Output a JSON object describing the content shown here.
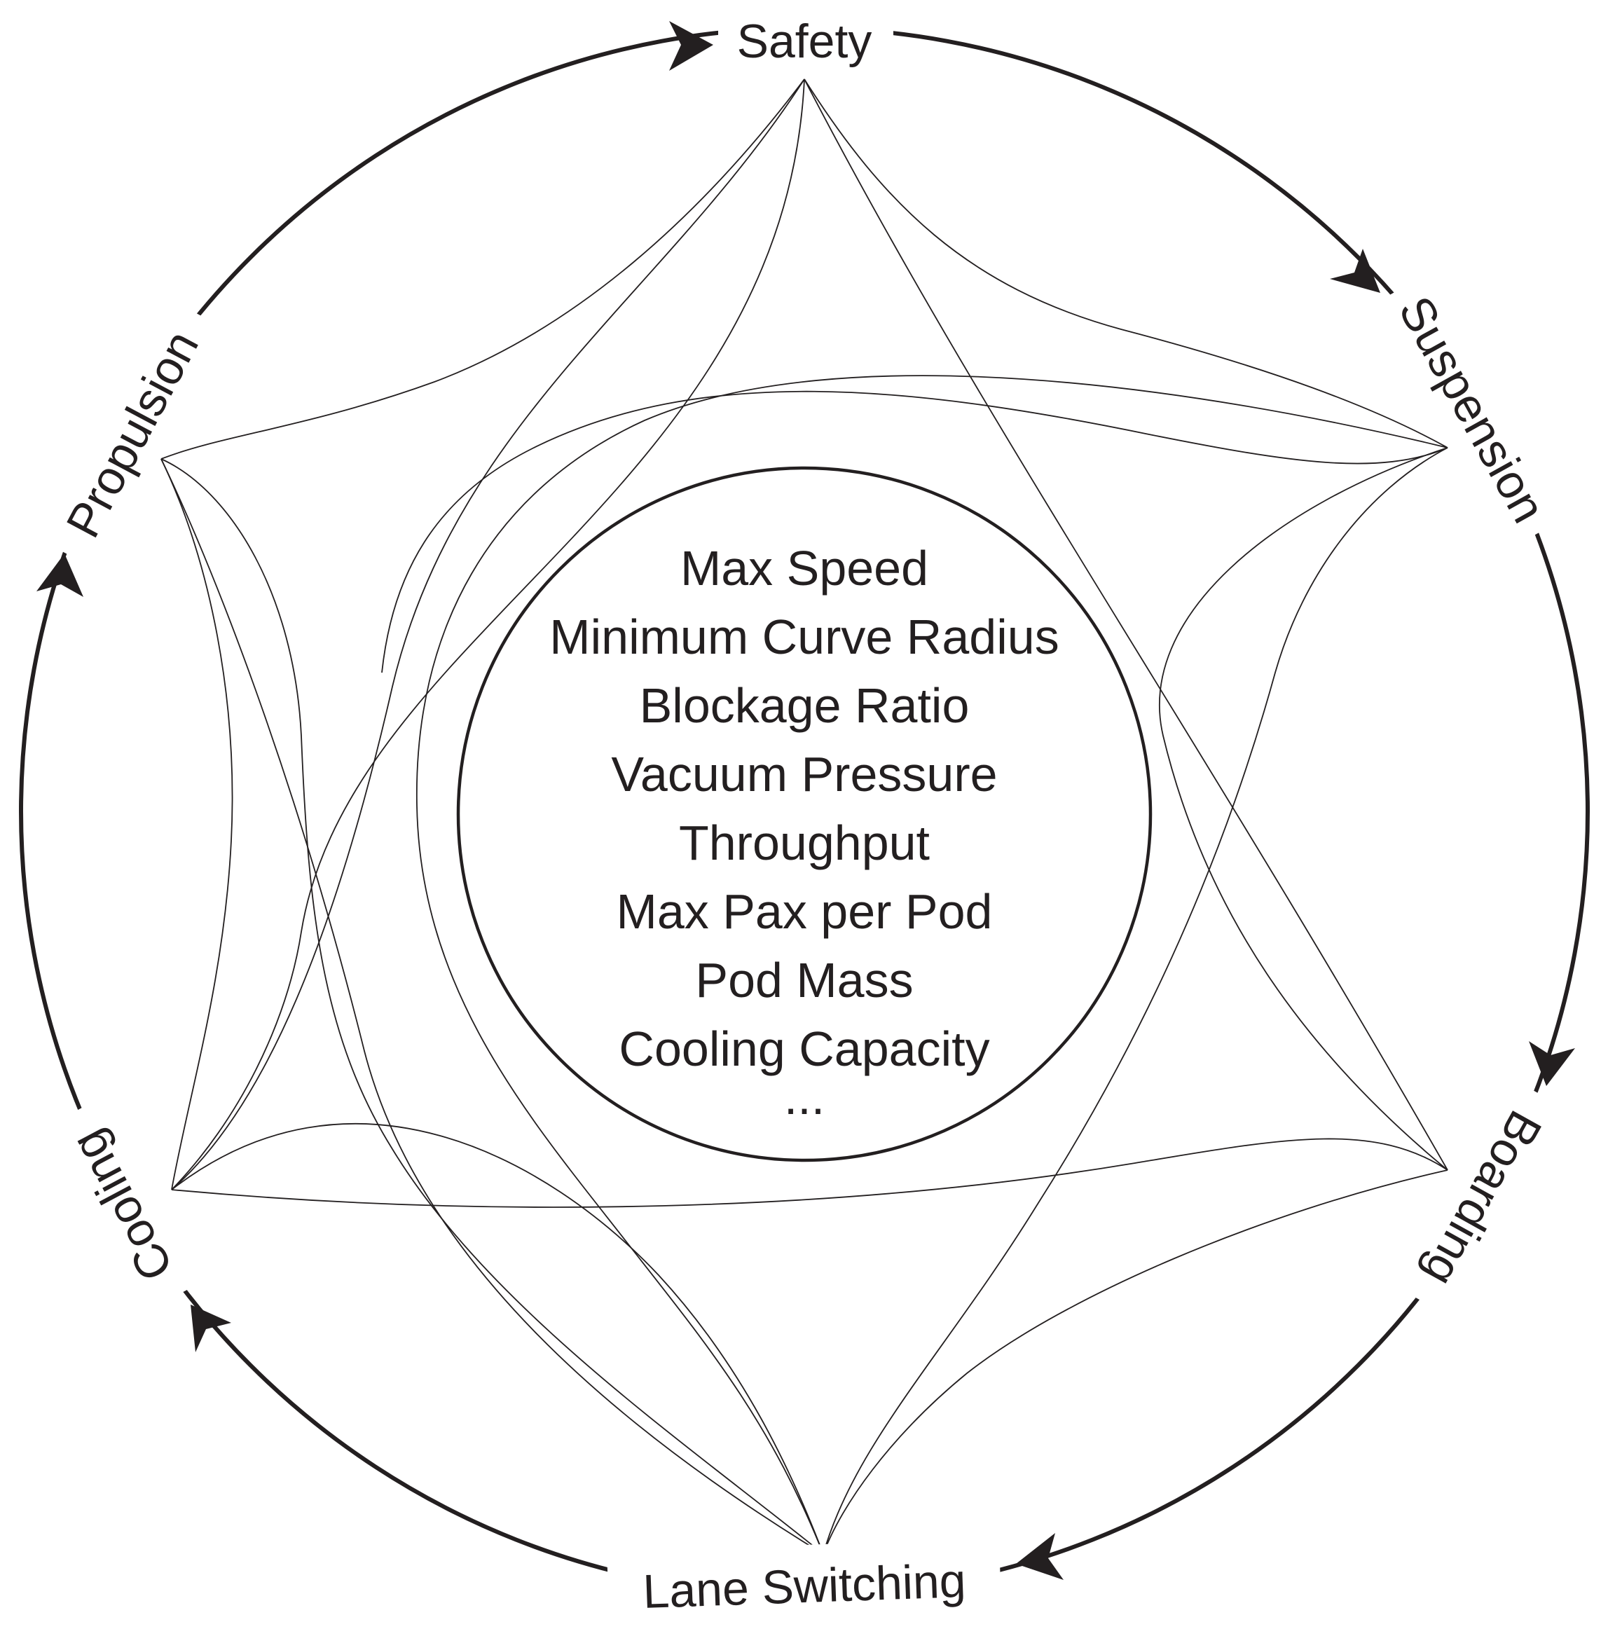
{
  "diagram": {
    "nodes": [
      {
        "id": "safety",
        "label": "Safety"
      },
      {
        "id": "suspension",
        "label": "Suspension"
      },
      {
        "id": "boarding",
        "label": "Boarding"
      },
      {
        "id": "lane_switching",
        "label": "Lane Switching"
      },
      {
        "id": "cooling",
        "label": "Cooling"
      },
      {
        "id": "propulsion",
        "label": "Propulsion"
      }
    ],
    "cycle": [
      "safety",
      "suspension",
      "boarding",
      "lane_switching",
      "cooling",
      "propulsion",
      "safety"
    ],
    "center_parameters": [
      "Max Speed",
      "Minimum Curve Radius",
      "Blockage Ratio",
      "Vacuum Pressure",
      "Throughput",
      "Max Pax per Pod",
      "Pod Mass",
      "Cooling Capacity",
      "..."
    ],
    "colors": {
      "ink": "#231f20",
      "background": "#ffffff"
    }
  }
}
